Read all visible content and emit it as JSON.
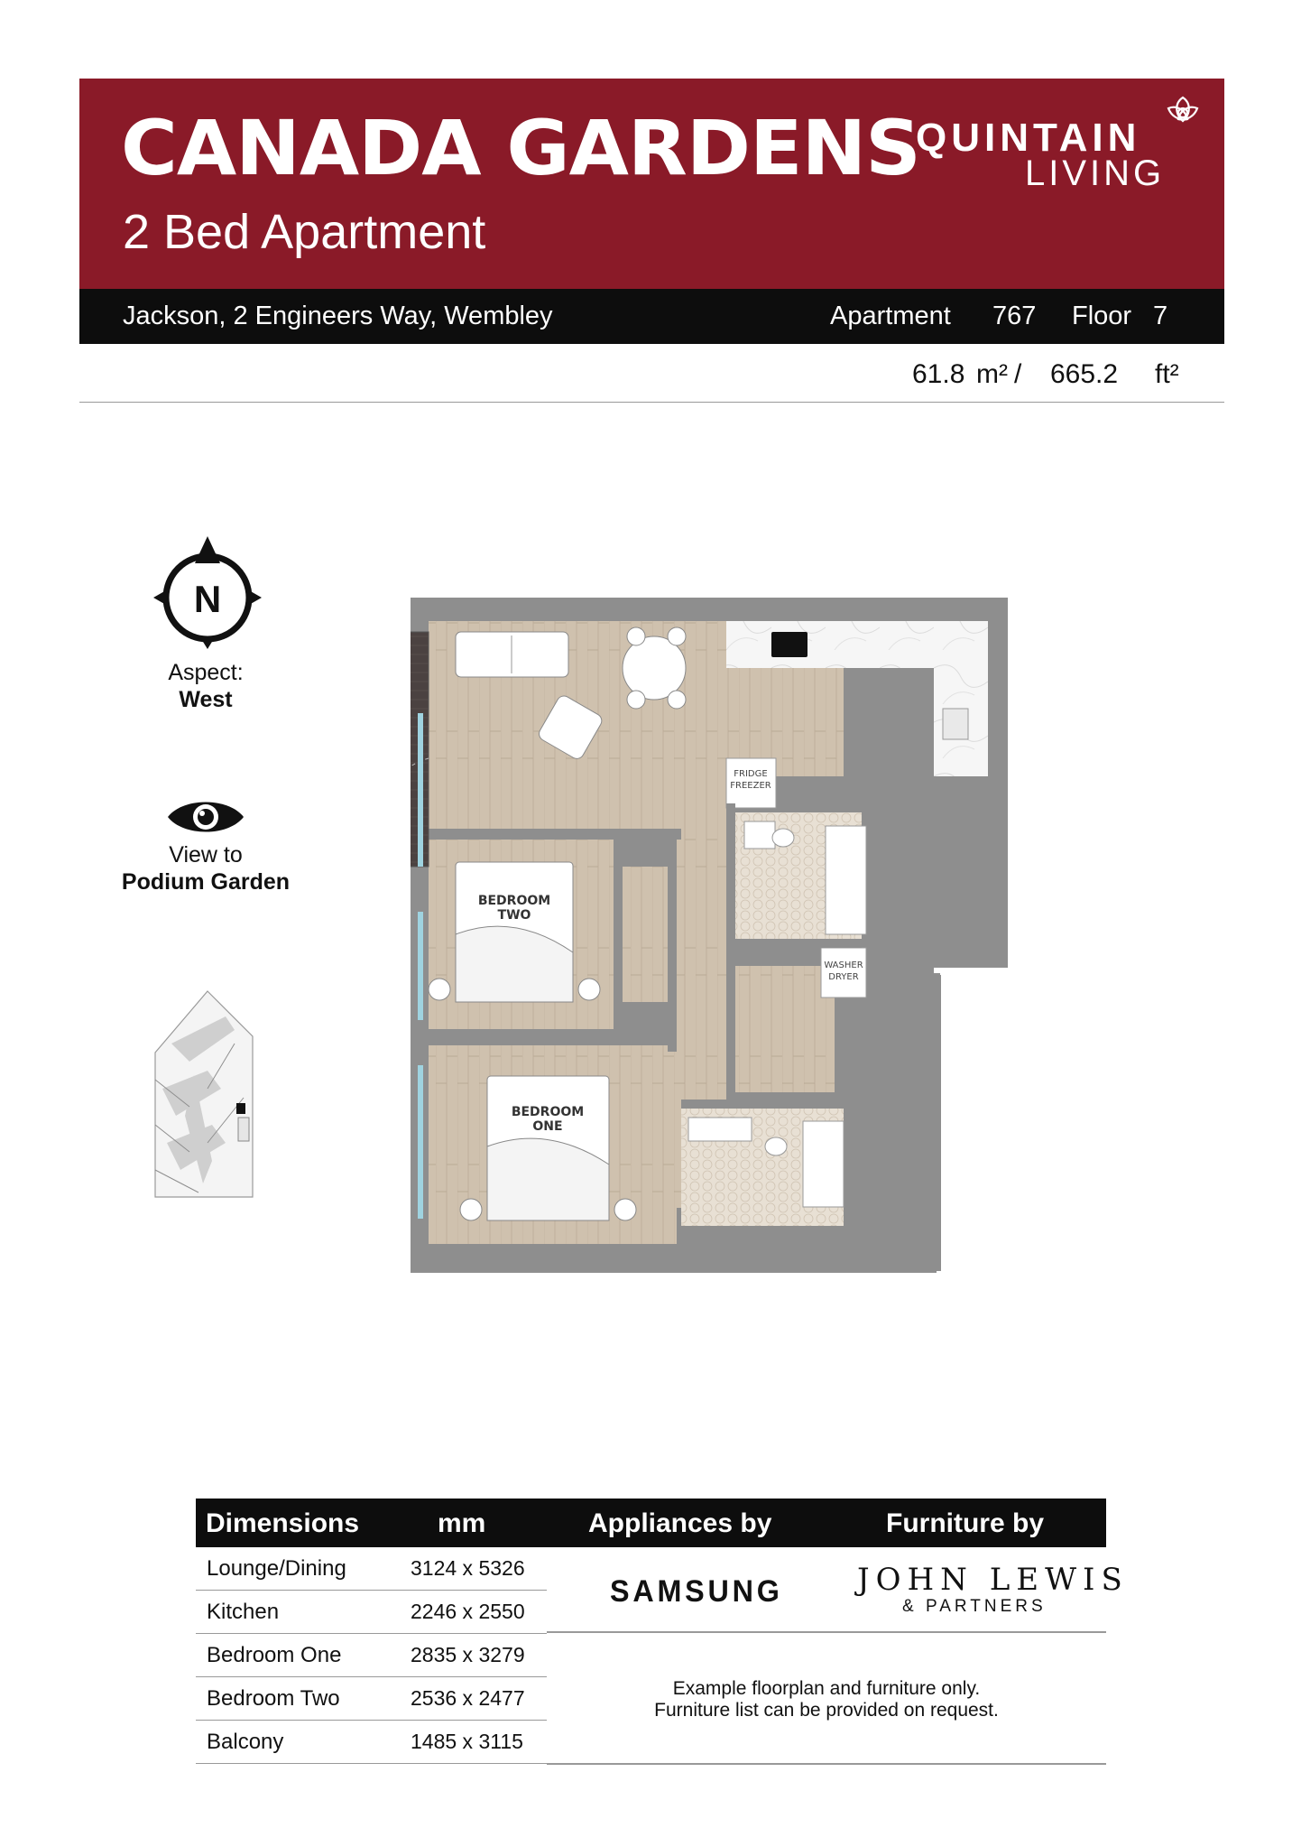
{
  "header": {
    "title": "CANADA GARDENS",
    "subtitle": "2 Bed Apartment",
    "brand_line1": "QUINTAIN",
    "brand_line2": "LIVING",
    "brand_color": "#8a1a28"
  },
  "info": {
    "address": "Jackson, 2 Engineers Way, Wembley",
    "apartment_label": "Apartment",
    "apartment_number": "767",
    "floor_label": "Floor",
    "floor_number": "7",
    "area_m2": "61.8",
    "area_m2_unit": "m²",
    "separator": "/",
    "area_ft2": "665.2",
    "area_ft2_unit": "ft²"
  },
  "orientation": {
    "compass_letter": "N",
    "aspect_label": "Aspect:",
    "aspect_value": "West",
    "view_label": "View to",
    "view_value": "Podium Garden"
  },
  "floorplan": {
    "bedroom_two": [
      "BEDROOM",
      "TWO"
    ],
    "bedroom_one": [
      "BEDROOM",
      "ONE"
    ],
    "fridge": [
      "FRIDGE",
      "FREEZER"
    ],
    "washer": [
      "WASHER",
      "DRYER"
    ]
  },
  "table": {
    "headers": {
      "dimensions": "Dimensions",
      "mm": "mm",
      "appliances": "Appliances by",
      "furniture": "Furniture by"
    },
    "rows": [
      {
        "name": "Lounge/Dining",
        "value": "3124 x 5326"
      },
      {
        "name": "Kitchen",
        "value": "2246 x 2550"
      },
      {
        "name": "Bedroom One",
        "value": "2835 x 3279"
      },
      {
        "name": "Bedroom Two",
        "value": "2536 x 2477"
      },
      {
        "name": "Balcony",
        "value": "1485 x 3115"
      }
    ],
    "appliance_brand": "SAMSUNG",
    "furniture_brand_line1": "JOHN LEWIS",
    "furniture_brand_line2": "& PARTNERS",
    "note_line1": "Example floorplan and furniture only.",
    "note_line2": "Furniture list can be provided on request."
  }
}
